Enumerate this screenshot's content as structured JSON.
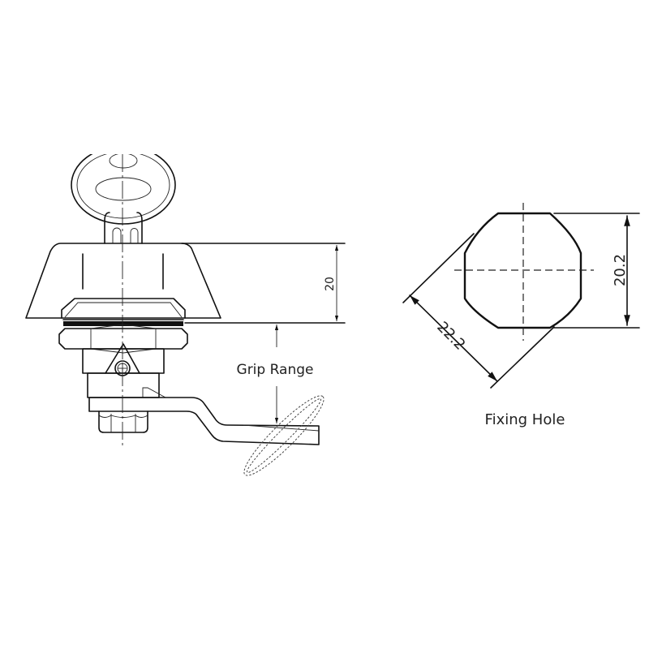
{
  "drawing": {
    "left_view": {
      "name": "cam lock side view with key",
      "dimension_height": "20",
      "grip_range_label": "Grip Range"
    },
    "right_view": {
      "name": "fixing hole",
      "dimension_flat": "20.2",
      "dimension_diagonal": "22.2",
      "caption": "Fixing Hole"
    },
    "colors": {
      "line": "#111111",
      "background": "#ffffff"
    }
  }
}
